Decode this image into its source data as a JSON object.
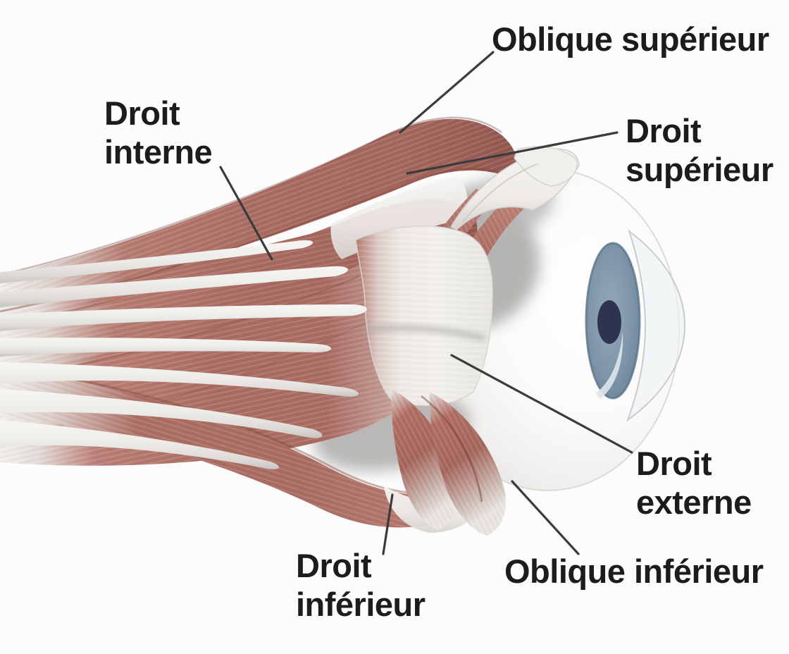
{
  "labels": {
    "oblique_superieur": {
      "text": "Oblique supérieur"
    },
    "droit_superieur": {
      "line1": "Droit",
      "line2": "supérieur"
    },
    "droit_interne": {
      "line1": "Droit",
      "line2": "interne"
    },
    "droit_externe": {
      "line1": "Droit",
      "line2": "externe"
    },
    "droit_inferieur": {
      "line1": "Droit",
      "line2": "inférieur"
    },
    "oblique_inferieur": {
      "text": "Oblique inférieur"
    }
  },
  "colors": {
    "background": "#fcfcfc",
    "muscle_red": "#a96b62",
    "muscle_red_dark": "#7c4138",
    "muscle_red_light": "#c48a81",
    "tendon_white": "#efedea",
    "tendon_shadow": "#cfccc8",
    "orbital_shadow_gray": "#b3b1af",
    "sclera_white": "#f5f4f2",
    "iris_blue": "#7e95a9",
    "pupil_navy": "#2e3450",
    "label_text": "#1c1c1c",
    "leader_line": "#3b3b3b"
  }
}
